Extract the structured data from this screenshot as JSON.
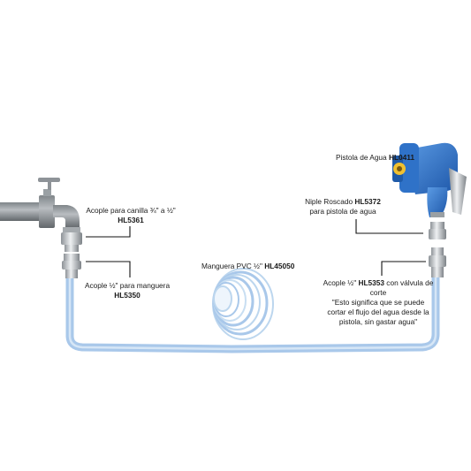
{
  "labels": {
    "gun": {
      "text": "Pistola de Agua ",
      "code": "HL0411"
    },
    "nipple": {
      "line1_text": "Niple Roscado ",
      "line1_code": "HL5372",
      "line2": "para pistola de agua"
    },
    "faucet_adapter": {
      "line1": "Acople para canilla ¾\" a ½\"",
      "code": "HL5361"
    },
    "hose_adapter": {
      "line1": "Acople ½\" para manguera",
      "code": "HL5350"
    },
    "hose": {
      "text": "Manguera PVC ½\" ",
      "code": "HL45050"
    },
    "valve_coupling": {
      "line1_text": "Acople ½\" ",
      "line1_code": "HL5353",
      "line1_tail": " con válvula de",
      "line2": "corte",
      "line3": "\"Esto significa que se puede",
      "line4": "cortar el flujo del agua desde la",
      "line5": "pistola, sin gastar agua\""
    }
  },
  "colors": {
    "hose_blue": "#a9c8ea",
    "gun_blue": "#2f72c8",
    "faucet_gray": "#8e9398",
    "metal": "#c8ccd0",
    "leader": "#111111"
  },
  "icons": [
    "faucet-icon",
    "water-gun-icon",
    "hose-coil-icon",
    "quick-connector-icon",
    "nipple-icon"
  ]
}
